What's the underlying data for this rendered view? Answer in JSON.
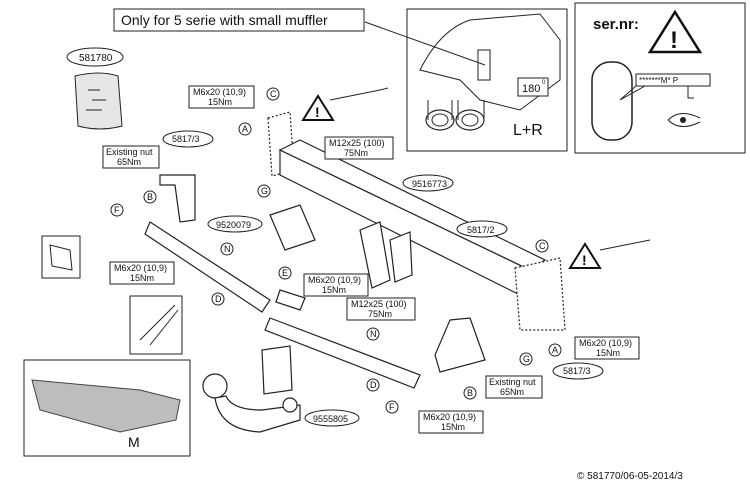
{
  "header_note": "Only for 5 serie with small muffler",
  "serial": {
    "title": "ser.nr:",
    "code": "*******M* P"
  },
  "detail_view": {
    "angle": "180",
    "angle_unit": "0",
    "side": "L+R"
  },
  "part_numbers": {
    "kit": "581780",
    "left_bracket": "5817/3",
    "right_bracket": "5817/3",
    "crossbar": "9516773",
    "right_side": "5817/2",
    "center_bracket": "9520079",
    "ball": "9555805"
  },
  "bolt_specs": {
    "a_top": [
      "M6x20 (10,9)",
      "15Nm"
    ],
    "mid_top": [
      "M12x25 (100)",
      "75Nm"
    ],
    "left_nut": [
      "Existing nut",
      "65Nm"
    ],
    "f_left": [
      "M6x20 (10,9)",
      "15Nm"
    ],
    "center": [
      "M6x20 (10,9)",
      "15Nm"
    ],
    "mid_bottom": [
      "M12x25 (100)",
      "75Nm"
    ],
    "a_right": [
      "M6x20 (10,9)",
      "15Nm"
    ],
    "right_nut": [
      "Existing nut",
      "65Nm"
    ],
    "f_bottom": [
      "M6x20 (10,9)",
      "15Nm"
    ]
  },
  "letters": {
    "a": "A",
    "b": "B",
    "c": "C",
    "d": "D",
    "e": "E",
    "f": "F",
    "g": "G",
    "n": "N"
  },
  "inset_label": "M",
  "copyright": "© 581770/06-05-2014/3"
}
